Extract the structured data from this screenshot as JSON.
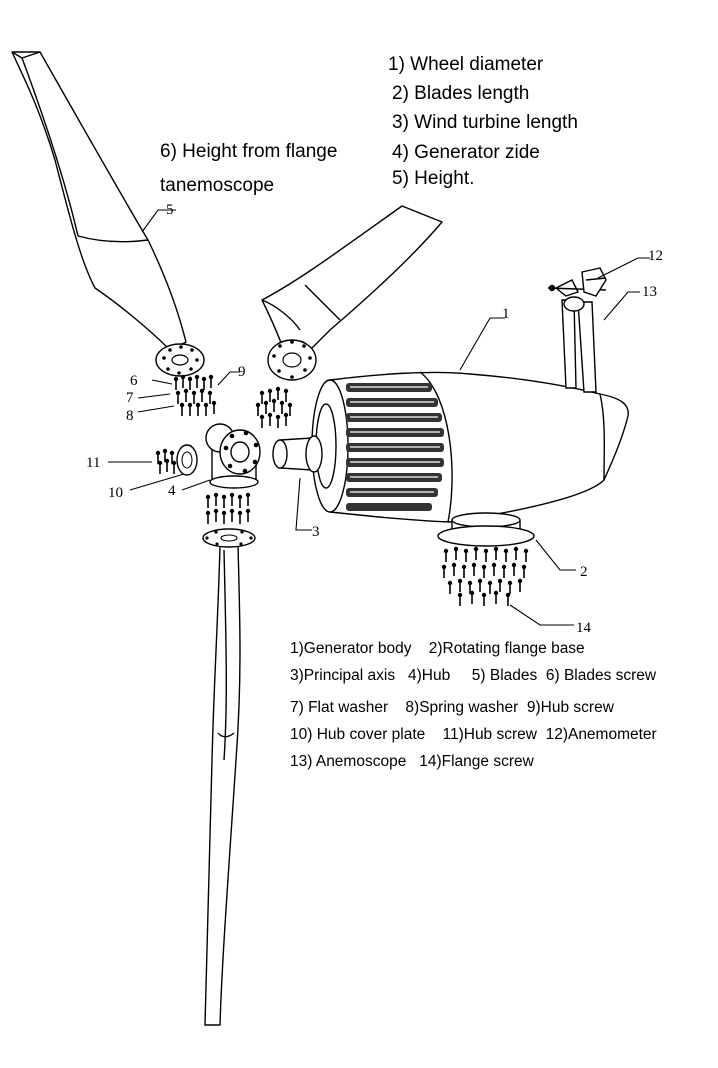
{
  "dimension_list": [
    "1) Wheel diameter",
    "2) Blades length",
    "3) Wind turbine length",
    "4) Generator zide",
    "5) Height."
  ],
  "height_note": {
    "line1": "6) Height from flange",
    "line2": "tanemoscope"
  },
  "callouts": {
    "c1": "1",
    "c2": "2",
    "c3": "3",
    "c4": "4",
    "c5": "5",
    "c6": "6",
    "c7": "7",
    "c8": "8",
    "c9": "9",
    "c10": "10",
    "c11": "11",
    "c12": "12",
    "c13": "13",
    "c14": "14"
  },
  "legend_rows": [
    "1)Generator body    2)Rotating flange base",
    "3)Principal axis   4)Hub     5) Blades  6) Blades screw",
    "7) Flat washer    8)Spring washer  9)Hub screw",
    "10) Hub cover plate    11)Hub screw  12)Anemometer",
    "13) Anemoscope   14)Flange screw"
  ]
}
